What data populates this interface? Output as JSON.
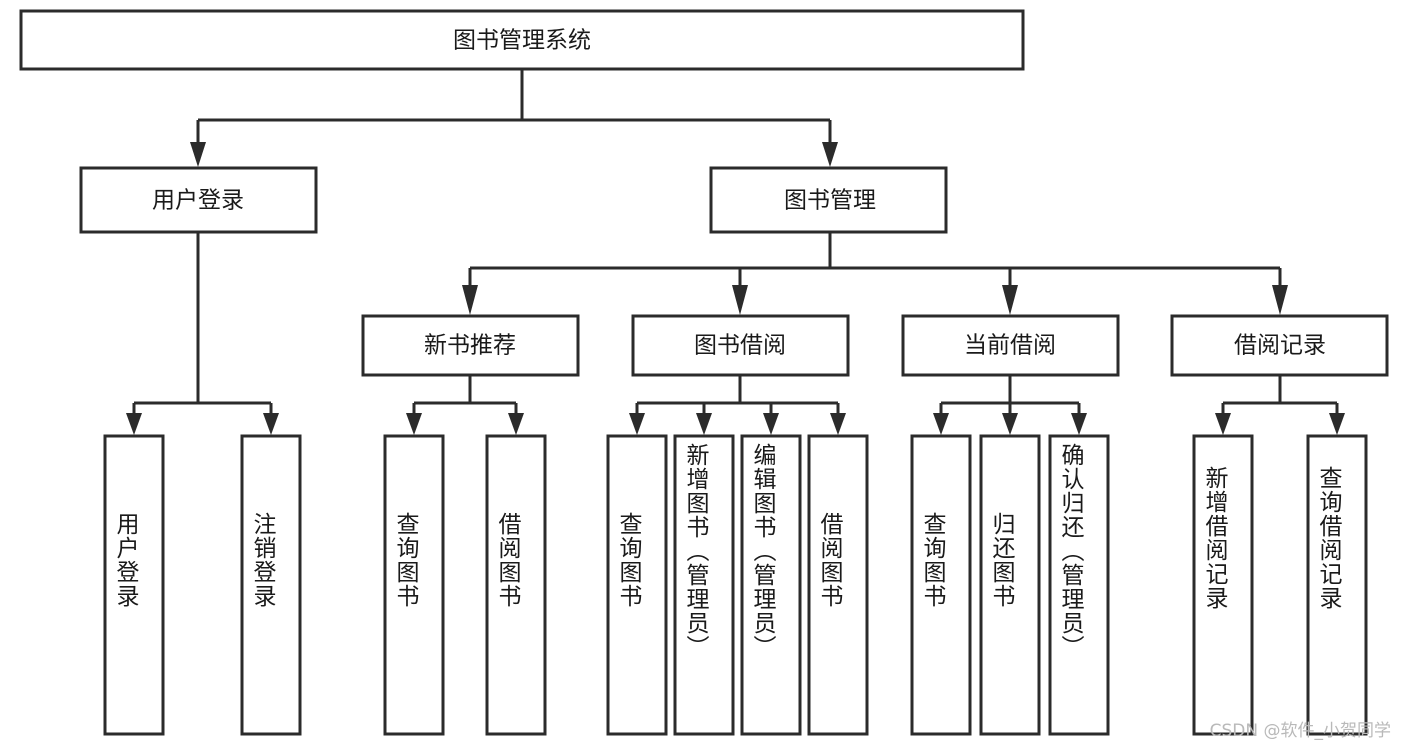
{
  "diagram": {
    "title": "图书管理系统",
    "type": "tree-hierarchy",
    "root": {
      "id": "root",
      "label": "图书管理系统"
    },
    "level2": [
      {
        "id": "user-login",
        "label": "用户登录"
      },
      {
        "id": "book-manage",
        "label": "图书管理"
      }
    ],
    "level3": [
      {
        "id": "new-book-recommend",
        "label": "新书推荐",
        "parent": "book-manage"
      },
      {
        "id": "book-borrow",
        "label": "图书借阅",
        "parent": "book-manage"
      },
      {
        "id": "current-borrow",
        "label": "当前借阅",
        "parent": "book-manage"
      },
      {
        "id": "borrow-record",
        "label": "借阅记录",
        "parent": "book-manage"
      }
    ],
    "leaves": {
      "user-login": [
        {
          "id": "leaf-user-login",
          "label": "用户登录"
        },
        {
          "id": "leaf-logout-login",
          "label": "注销登录"
        }
      ],
      "new-book-recommend": [
        {
          "id": "leaf-query-book-1",
          "label": "查询图书"
        },
        {
          "id": "leaf-borrow-book-1",
          "label": "借阅图书"
        }
      ],
      "book-borrow": [
        {
          "id": "leaf-query-book-2",
          "label": "查询图书"
        },
        {
          "id": "leaf-add-book",
          "label": "新增图书（管理员）"
        },
        {
          "id": "leaf-edit-book",
          "label": "编辑图书（管理员）"
        },
        {
          "id": "leaf-borrow-book-2",
          "label": "借阅图书"
        }
      ],
      "current-borrow": [
        {
          "id": "leaf-query-book-3",
          "label": "查询图书"
        },
        {
          "id": "leaf-return-book",
          "label": "归还图书"
        },
        {
          "id": "leaf-confirm-return",
          "label": "确认归还（管理员）"
        }
      ],
      "borrow-record": [
        {
          "id": "leaf-add-record",
          "label": "新增借阅记录"
        },
        {
          "id": "leaf-query-record",
          "label": "查询借阅记录"
        }
      ]
    },
    "colors": {
      "box_stroke": "#2b2b2b",
      "box_fill": "#ffffff",
      "text": "#1a1a1a",
      "background": "#ffffff",
      "watermark": "#b9b9b9"
    }
  },
  "watermark": {
    "text": "CSDN @软件_小贺同学"
  }
}
